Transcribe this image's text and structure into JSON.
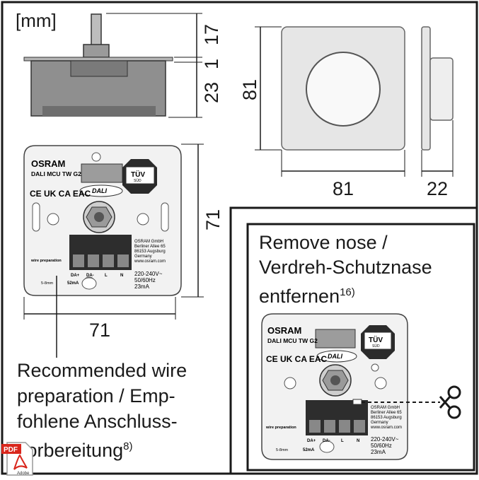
{
  "units": "[mm]",
  "dimensions": {
    "shaft_height": "17",
    "flange_thickness": "1",
    "body_depth": "23",
    "module_height": "71",
    "module_width": "71",
    "plate_height": "81",
    "plate_width": "81",
    "plate_depth": "22"
  },
  "module_label": {
    "brand": "OSRAM",
    "model": "DALI MCU TW G2",
    "cert_marks": "CE UK CA EAC",
    "tuv": "TÜV",
    "tuv_sub": "SÜD",
    "dali": "DALI",
    "company_lines": [
      "OSRAM GmbH",
      "Berliner Allee 65",
      "86153 Augsburg",
      "Germany",
      "www.osram.com"
    ],
    "ratings": [
      "220-240V~",
      "50/60Hz",
      "23mA"
    ],
    "current": "52mA",
    "terminals": [
      "DA+",
      "DA-",
      "L",
      "N"
    ],
    "wire_prep": "wire preparation",
    "strip": "5-8mm"
  },
  "callouts": {
    "remove_nose": [
      "Remove nose /",
      "Verdreh-Schutznase",
      "entfernen"
    ],
    "remove_nose_ref": "16)",
    "wire_prep": [
      "Recommended wire",
      "preparation / Emp-",
      "fohlene Anschluss-",
      "vorbereitung"
    ],
    "wire_prep_ref": "8)"
  },
  "pdf_badge": {
    "label": "PDF",
    "brand": "Adobe"
  },
  "colors": {
    "line": "#1a1a1a",
    "device_gray": "#8a8a8a",
    "plate": "#e6e6e6",
    "badge_red": "#d9261c"
  }
}
